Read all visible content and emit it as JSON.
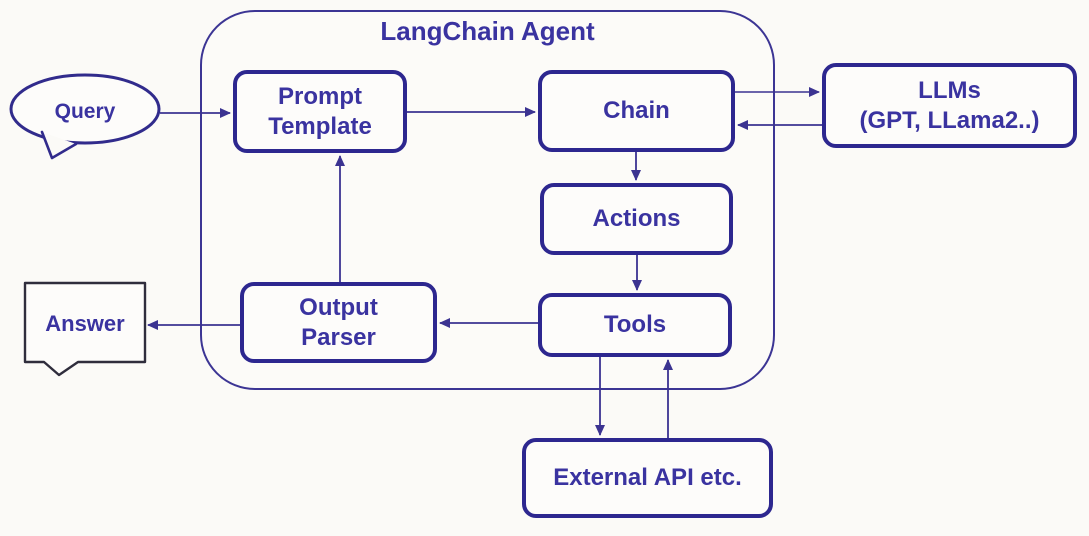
{
  "diagram": {
    "title": "LangChain Agent",
    "type": "flow-diagram"
  },
  "colors": {
    "background": "#fbfaf7",
    "box_border": "#2d278f",
    "container_border": "#3c3594",
    "text": "#3a33a0",
    "arrow": "#3b3391",
    "answer_border": "#2f2d3c"
  },
  "nodes": {
    "query": {
      "label": "Query",
      "shape": "speech-bubble-ellipse"
    },
    "prompt_template": {
      "line1": "Prompt",
      "line2": "Template"
    },
    "chain": {
      "label": "Chain"
    },
    "llms": {
      "line1": "LLMs",
      "line2": "(GPT, LLama2..)"
    },
    "actions": {
      "label": "Actions"
    },
    "tools": {
      "label": "Tools"
    },
    "output_parser": {
      "line1": "Output",
      "line2": "Parser"
    },
    "answer": {
      "label": "Answer",
      "shape": "speech-bubble-rect"
    },
    "external_api": {
      "label": "External API etc."
    }
  },
  "edges": [
    {
      "from": "query",
      "to": "prompt_template"
    },
    {
      "from": "prompt_template",
      "to": "chain"
    },
    {
      "from": "chain",
      "to": "llms"
    },
    {
      "from": "llms",
      "to": "chain"
    },
    {
      "from": "chain",
      "to": "actions"
    },
    {
      "from": "actions",
      "to": "tools"
    },
    {
      "from": "tools",
      "to": "output_parser"
    },
    {
      "from": "output_parser",
      "to": "prompt_template"
    },
    {
      "from": "output_parser",
      "to": "answer"
    },
    {
      "from": "tools",
      "to": "external_api"
    },
    {
      "from": "external_api",
      "to": "tools"
    }
  ]
}
